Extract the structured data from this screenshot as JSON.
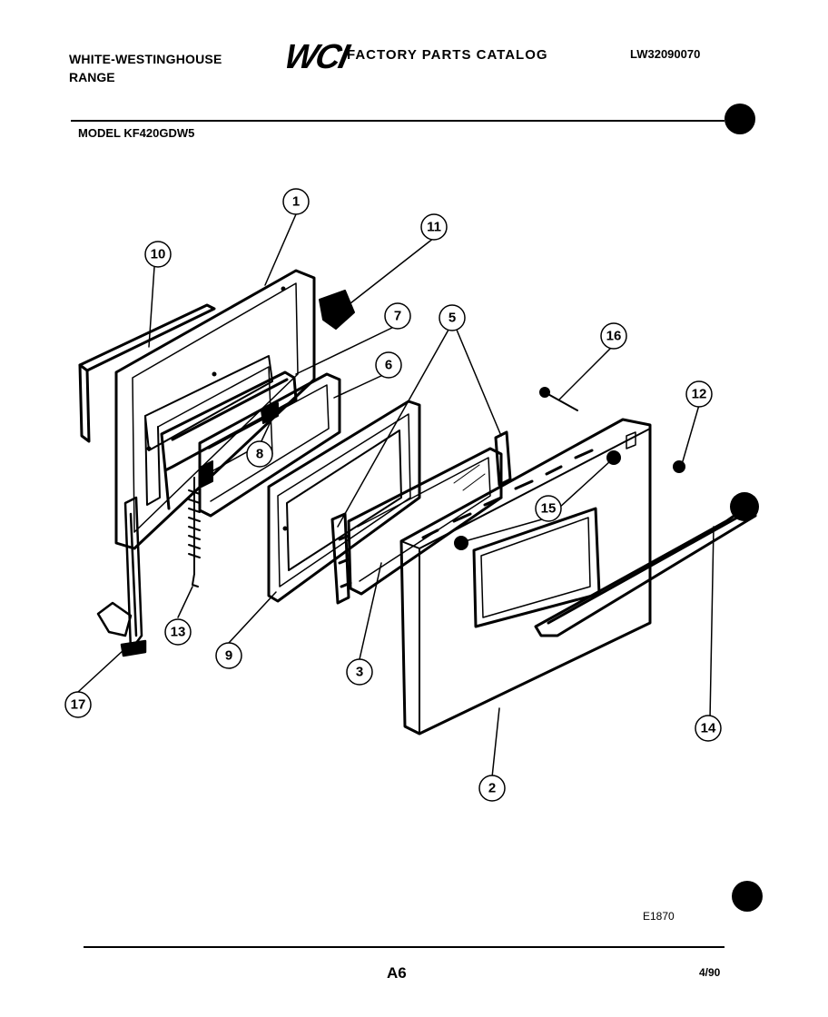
{
  "header": {
    "brand_line1": "WHITE-WESTINGHOUSE",
    "brand_line2": "RANGE",
    "logo_text": "WCI",
    "catalog_title": "FACTORY PARTS CATALOG",
    "catalog_number": "LW32090070",
    "model": "MODEL KF420GDW5"
  },
  "footer": {
    "diagram_code": "E1870",
    "page_number": "A6",
    "date": "4/90"
  },
  "callouts": [
    {
      "id": "callout-1",
      "label": "1"
    },
    {
      "id": "callout-2",
      "label": "2"
    },
    {
      "id": "callout-3",
      "label": "3"
    },
    {
      "id": "callout-5",
      "label": "5"
    },
    {
      "id": "callout-6",
      "label": "6"
    },
    {
      "id": "callout-7",
      "label": "7"
    },
    {
      "id": "callout-8",
      "label": "8"
    },
    {
      "id": "callout-9",
      "label": "9"
    },
    {
      "id": "callout-10",
      "label": "10"
    },
    {
      "id": "callout-11",
      "label": "11"
    },
    {
      "id": "callout-12",
      "label": "12"
    },
    {
      "id": "callout-13",
      "label": "13"
    },
    {
      "id": "callout-14",
      "label": "14"
    },
    {
      "id": "callout-15",
      "label": "15"
    },
    {
      "id": "callout-16",
      "label": "16"
    },
    {
      "id": "callout-17",
      "label": "17"
    }
  ]
}
